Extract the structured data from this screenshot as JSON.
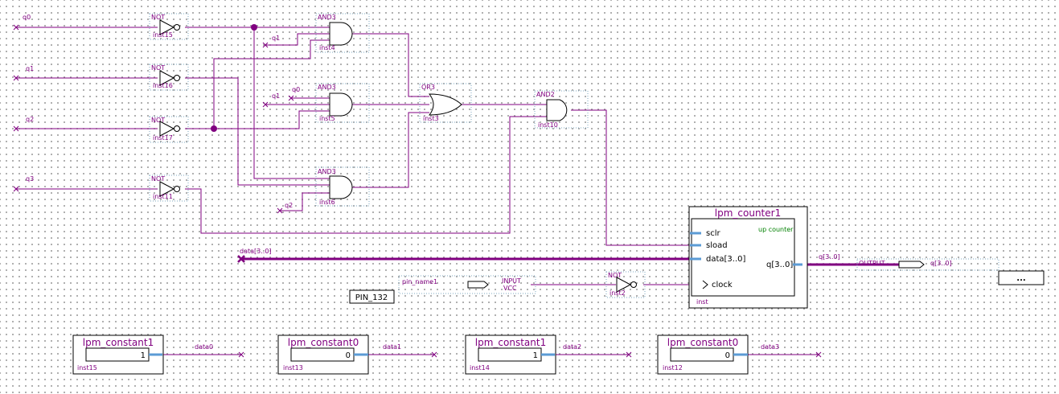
{
  "gates": {
    "inst15": {
      "type": "NOT",
      "name": "inst15"
    },
    "inst16": {
      "type": "NOT",
      "name": "inst16"
    },
    "inst17": {
      "type": "NOT",
      "name": "inst17"
    },
    "inst11": {
      "type": "NOT",
      "name": "inst11"
    },
    "inst2": {
      "type": "NOT",
      "name": "inst2"
    },
    "inst4": {
      "type": "AND3",
      "name": "inst4"
    },
    "inst5": {
      "type": "AND3",
      "name": "inst5"
    },
    "inst6": {
      "type": "AND3",
      "name": "inst6"
    },
    "inst3": {
      "type": "OR3",
      "name": "inst3"
    },
    "inst10": {
      "type": "AND2",
      "name": "inst10"
    }
  },
  "wires": {
    "in_q0": "q0",
    "in_q1": "q1",
    "in_q2": "q2",
    "in_q3": "q3",
    "and4_q1": "q1",
    "and5_q0": "q0",
    "and5_q1": "q1",
    "and6_q2": "q2",
    "data_bus": "data[3..0]",
    "q_bus": "q[3..0]",
    "data0": "data0",
    "data1": "data1",
    "data2": "data2",
    "data3": "data3"
  },
  "counter": {
    "title": "lpm_counter1",
    "subtitle": "up counter",
    "ports": {
      "sclr": "sclr",
      "sload": "sload",
      "data": "data[3..0]",
      "clock": "clock",
      "q": "q[3..0]"
    },
    "name": "inst"
  },
  "input_pin": {
    "name": "pin_name1",
    "type": "INPUT",
    "default": "VCC",
    "location": "PIN_132"
  },
  "output_pin": {
    "type": "OUTPUT",
    "name": "q[3..0]",
    "location": "..."
  },
  "constants": [
    {
      "title": "lpm_constant1",
      "value": "1",
      "name": "inst15"
    },
    {
      "title": "lpm_constant0",
      "value": "0",
      "name": "inst13"
    },
    {
      "title": "lpm_constant1",
      "value": "1",
      "name": "inst14"
    },
    {
      "title": "lpm_constant0",
      "value": "0",
      "name": "inst12"
    }
  ]
}
